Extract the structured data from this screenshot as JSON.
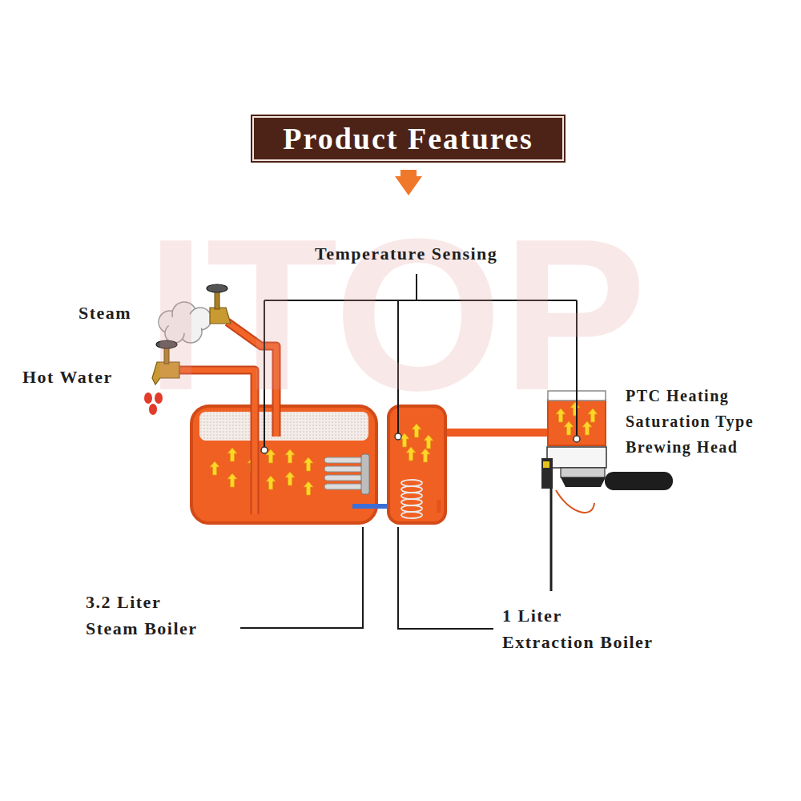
{
  "diagram": {
    "title": "Product Features",
    "nodes": [
      {
        "text": [
          "3.2 Liter Steam Boiler"
        ]
      },
      {
        "text": [
          "1 Liter Extraction Boiler"
        ]
      },
      {
        "text": [
          "PTC Heating Saturation Type Brewing Head"
        ]
      }
    ],
    "edges": [
      {
        "from": 0,
        "to": 1,
        "arrow": "none"
      },
      {
        "from": 1,
        "to": 2,
        "arrow": "none"
      }
    ],
    "labels": [
      "ITOP",
      "Temperature Sensing",
      "Steam",
      "Hot Water"
    ]
  }
}
